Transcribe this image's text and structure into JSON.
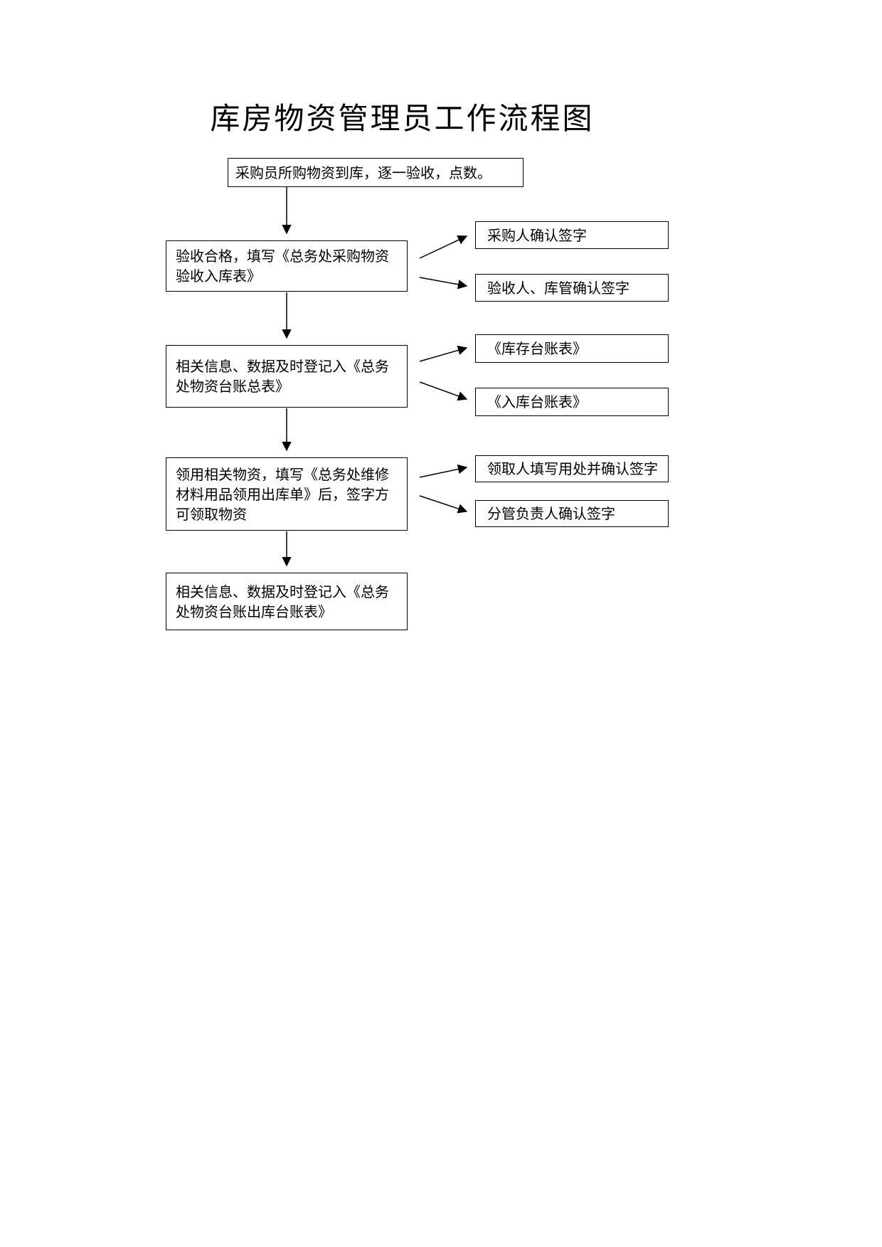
{
  "title": "库房物资管理员工作流程图",
  "nodes": {
    "start": "采购员所购物资到库，逐一验收，点数。",
    "step_inspect": "验收合格，填写《总务处采购物资验收入库表》",
    "side_purchaser_sign": "采购人确认签字",
    "side_inspector_sign": "验收人、库管确认签字",
    "step_register_total": "相关信息、数据及时登记入《总务处物资台账总表》",
    "side_stock_ledger": "《库存台账表》",
    "side_inbound_ledger": "《入库台账表》",
    "step_issue": "领用相关物资，填写《总务处维修材料用品领用出库单》后，签字方可领取物资",
    "side_recipient_sign": "领取人填写用处并确认签字",
    "side_supervisor_sign": "分管负责人确认签字",
    "step_register_outbound": "相关信息、数据及时登记入《总务处物资台账出库台账表》"
  },
  "diagram": {
    "type": "flowchart",
    "line_color": "#000000",
    "background": "#ffffff"
  }
}
